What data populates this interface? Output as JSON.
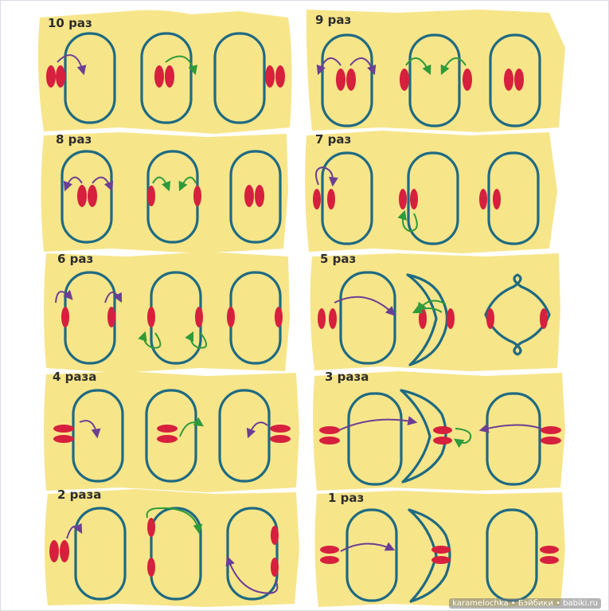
{
  "colors": {
    "panel_fill": "#f7e58a",
    "loop_stroke": "#1e6a82",
    "shoe_fill": "#d6203d",
    "arrow_purple": "#6b3f93",
    "arrow_green": "#2f9a3a"
  },
  "panels": [
    {
      "label": "10 раз"
    },
    {
      "label": "9 раз"
    },
    {
      "label": "8 раз"
    },
    {
      "label": "7 раз"
    },
    {
      "label": "6 раз"
    },
    {
      "label": "5 раз"
    },
    {
      "label": "4 раза"
    },
    {
      "label": "3 раза"
    },
    {
      "label": "2 раза"
    },
    {
      "label": "1 раз"
    }
  ],
  "watermark": "karamelochka • Бэйбики • babiki.ru"
}
